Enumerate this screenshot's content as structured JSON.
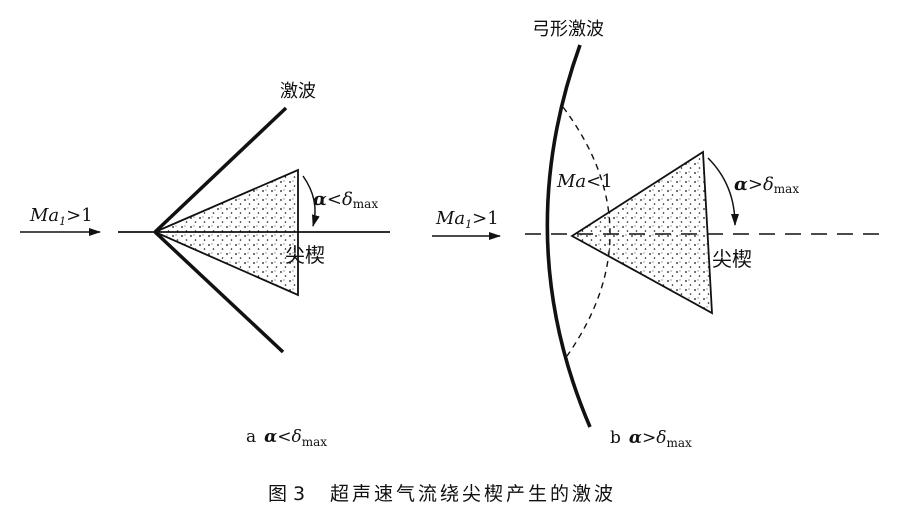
{
  "left_panel": {
    "shock_label": "激波",
    "mach_label_main": "Ma",
    "mach_label_sub": "1",
    "mach_label_rel": ">1",
    "angle_label_alpha": "α",
    "angle_label_rel": "<",
    "angle_label_delta": "δ",
    "angle_label_sub": "max",
    "wedge_label": "尖楔",
    "sub_caption_letter": "a",
    "sub_caption_alpha": "α",
    "sub_caption_rel": "<",
    "sub_caption_delta": "δ",
    "sub_caption_sub": "max"
  },
  "right_panel": {
    "shock_label": "弓形激波",
    "subsonic_label_main": "Ma",
    "subsonic_label_rel": "<1",
    "mach_label_main": "Ma",
    "mach_label_sub": "1",
    "mach_label_rel": ">1",
    "angle_label_alpha": "α",
    "angle_label_rel": ">",
    "angle_label_delta": "δ",
    "angle_label_sub": "max",
    "wedge_label": "尖楔",
    "sub_caption_letter": "b",
    "sub_caption_alpha": "α",
    "sub_caption_rel": ">",
    "sub_caption_delta": "δ",
    "sub_caption_sub": "max"
  },
  "caption": {
    "fig_number": "图 3",
    "title": "超声速气流绕尖楔产生的激波"
  },
  "colors": {
    "ink": "#111111",
    "background": "#ffffff"
  }
}
